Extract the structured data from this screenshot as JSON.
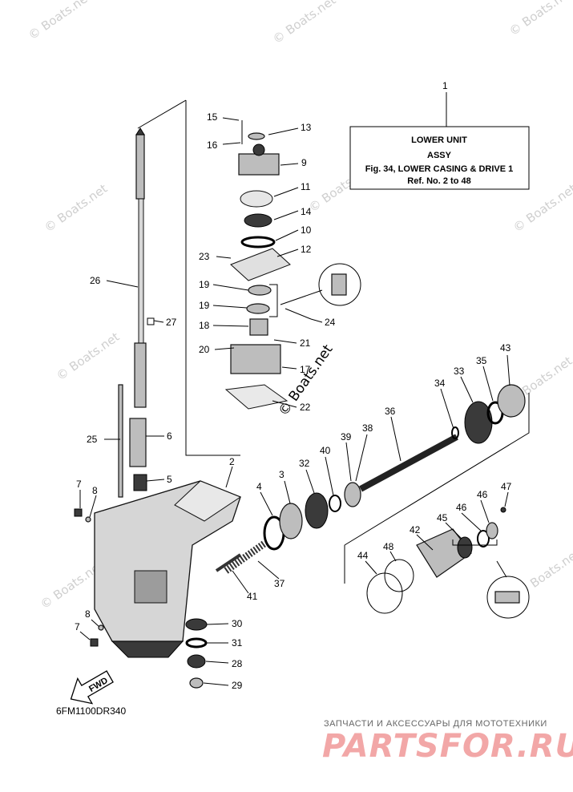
{
  "watermark": "© Boats.net",
  "boats_stamp": "© Boats.net",
  "info_box": {
    "ref_label": "1",
    "line1": "LOWER UNIT",
    "line2": "ASSY",
    "line3": "Fig. 34, LOWER CASING & DRIVE 1",
    "line4": "Ref. No. 2 to 48"
  },
  "fwd_label": "FWD",
  "diagram_code": "6FM1100DR340",
  "brand": {
    "subtitle": "ЗАПЧАСТИ И АКСЕССУАРЫ ДЛЯ МОТОТЕХНИКИ",
    "name": "PARTSFOR.RU"
  },
  "callouts": [
    "15",
    "13",
    "16",
    "9",
    "11",
    "14",
    "10",
    "12",
    "23",
    "26",
    "19",
    "19",
    "18",
    "24",
    "27",
    "20",
    "21",
    "17",
    "22",
    "43",
    "35",
    "33",
    "34",
    "36",
    "38",
    "39",
    "40",
    "32",
    "3",
    "4",
    "6",
    "25",
    "5",
    "2",
    "7",
    "8",
    "47",
    "46",
    "46",
    "45",
    "42",
    "48",
    "44",
    "37",
    "41",
    "30",
    "31",
    "28",
    "29",
    "7",
    "8"
  ]
}
